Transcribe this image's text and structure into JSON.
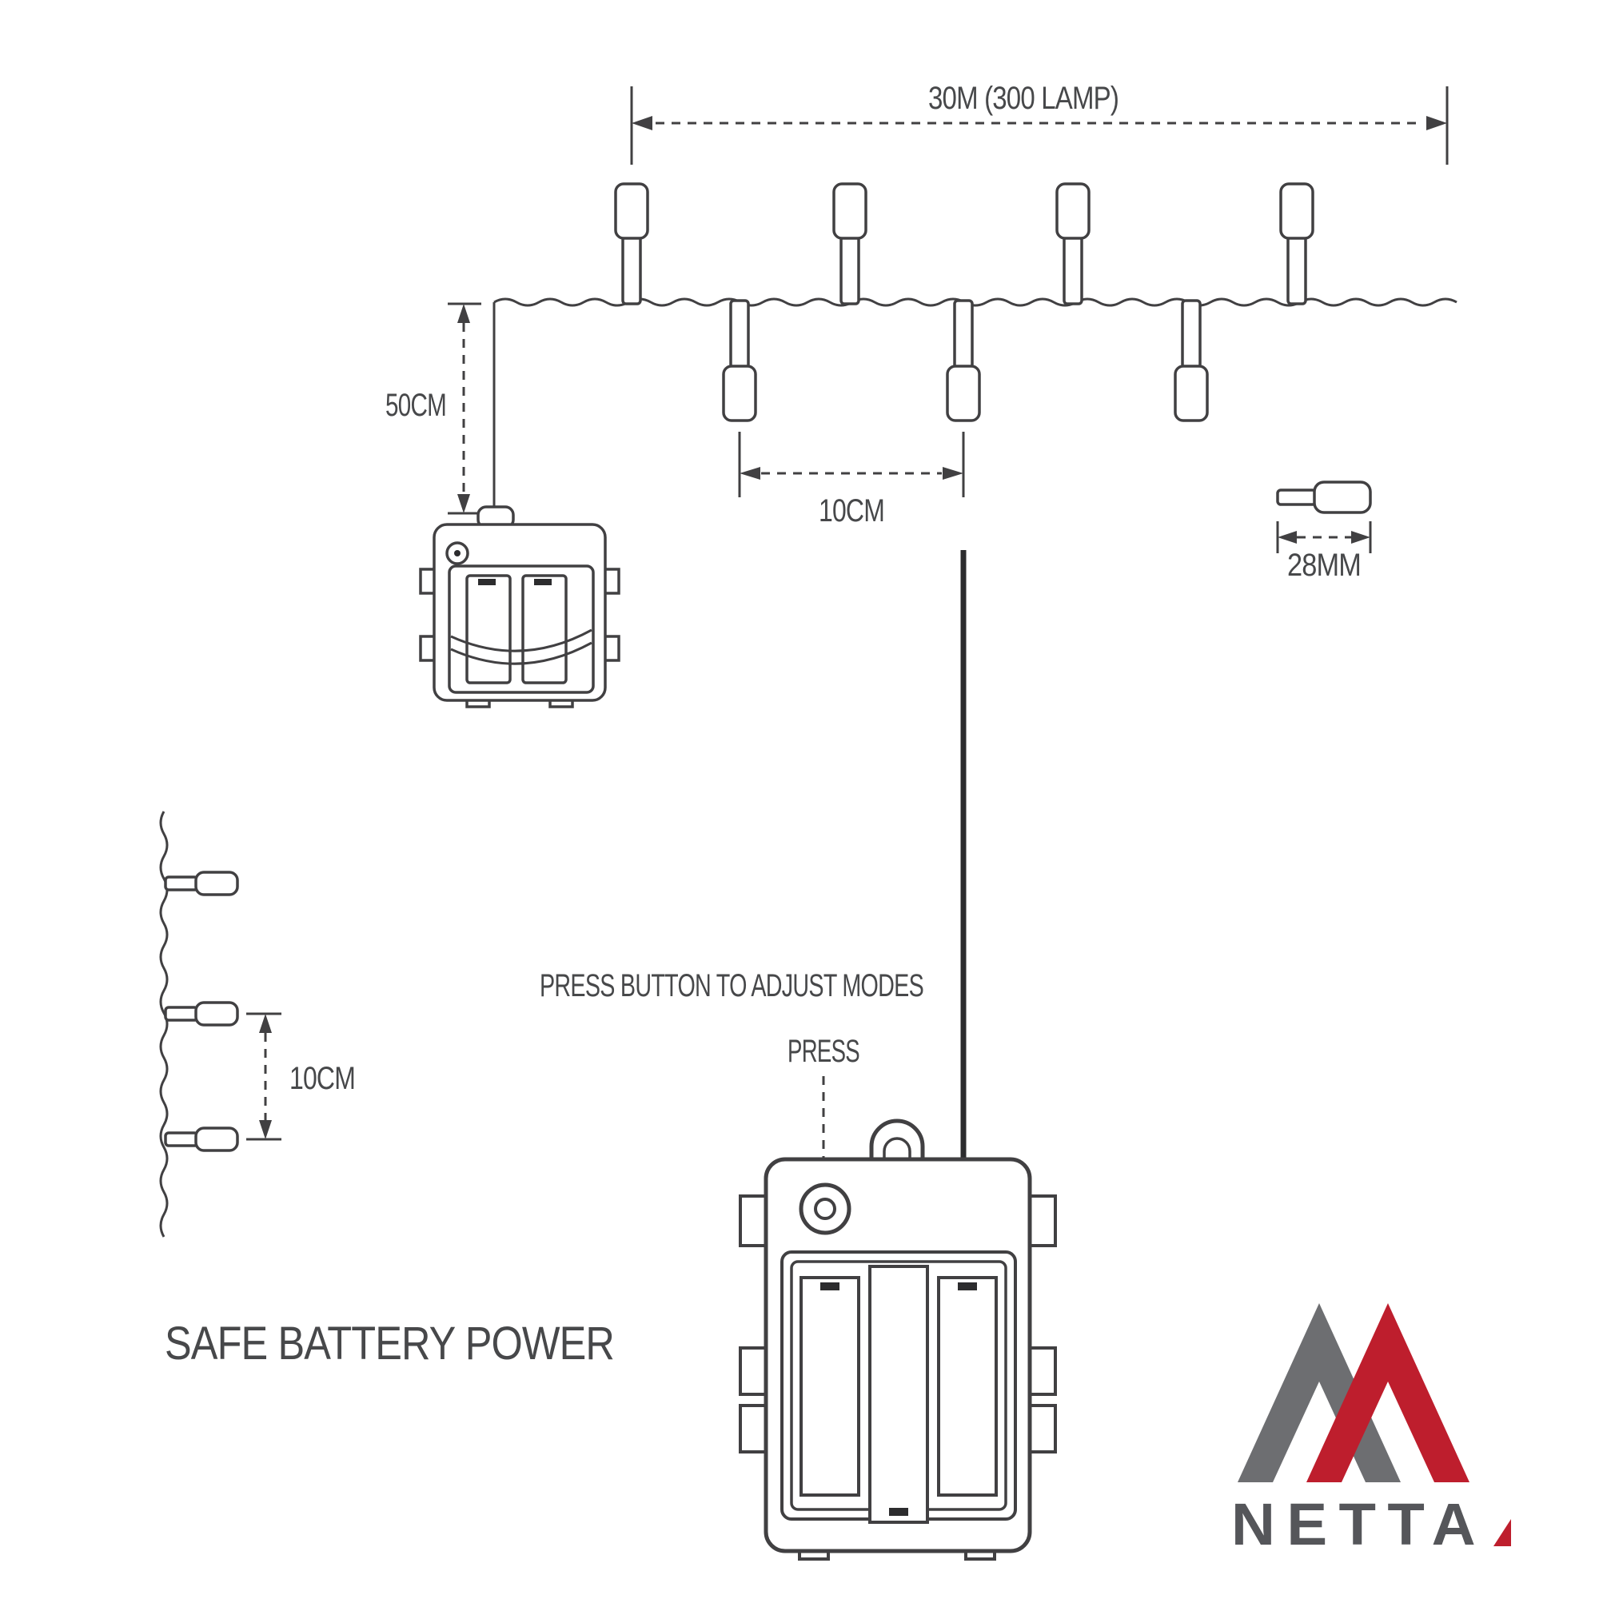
{
  "labels": {
    "total_length": "30M (300 LAMP)",
    "drop_50cm": "50CM",
    "spacing_10cm": "10CM",
    "bulb_28mm": "28MM",
    "left_spacing_10cm": "10CM",
    "press_instruction": "PRESS BUTTON TO ADJUST MODES",
    "press": "PRESS",
    "safe_battery_power": "SAFE BATTERY POWER"
  },
  "brand": {
    "name": "NETTA"
  },
  "colors": {
    "line": "#414042",
    "text": "#47484a",
    "logo_gray": "#6d6e71",
    "logo_red": "#be1e2d"
  }
}
